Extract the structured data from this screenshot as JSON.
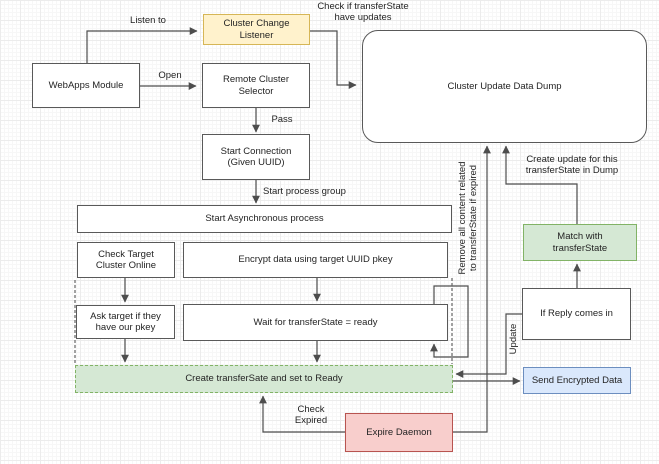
{
  "nodes": {
    "webapps": {
      "label": "WebApps Module"
    },
    "cluster_change_listener": {
      "label": "Cluster Change\nListener"
    },
    "remote_cluster_selector": {
      "label": "Remote Cluster\nSelector"
    },
    "cluster_update_data_dump": {
      "label": "Cluster Update Data Dump"
    },
    "start_connection": {
      "label": "Start Connection\n(Given UUID)"
    },
    "start_async": {
      "label": "Start Asynchronous process"
    },
    "check_target": {
      "label": "Check Target\nCluster Online"
    },
    "encrypt_data": {
      "label": "Encrypt data using target UUID pkey"
    },
    "ask_target": {
      "label": "Ask target if they\nhave our pkey"
    },
    "wait_ready": {
      "label": "Wait for transferState = ready"
    },
    "create_ready": {
      "label": "Create transferSate and set to Ready"
    },
    "expire_daemon": {
      "label": "Expire Daemon"
    },
    "match_transferstate": {
      "label": "Match with\ntransferState"
    },
    "if_reply": {
      "label": "If Reply comes in"
    },
    "send_encrypted": {
      "label": "Send Encrypted Data"
    }
  },
  "edge_labels": {
    "listen_to": "Listen to",
    "open": "Open",
    "check_updates": "Check if transferState\nhave updates",
    "pass": "Pass",
    "start_process_group": "Start process group",
    "create_update": "Create update for this\ntransferState in Dump",
    "check_expired": "Check\nExpired",
    "update": "Update",
    "remove_content": "Remove all content related\nto transferState if expired"
  },
  "edges": [
    {
      "from": "webapps",
      "to": "cluster_change_listener",
      "label": "Listen to"
    },
    {
      "from": "webapps",
      "to": "remote_cluster_selector",
      "label": "Open"
    },
    {
      "from": "cluster_change_listener",
      "to": "cluster_update_data_dump",
      "label": "Check if transferState have updates"
    },
    {
      "from": "remote_cluster_selector",
      "to": "start_connection",
      "label": "Pass"
    },
    {
      "from": "start_connection",
      "to": "start_async",
      "label": "Start process group"
    },
    {
      "from": "check_target",
      "to": "ask_target",
      "label": ""
    },
    {
      "from": "encrypt_data",
      "to": "wait_ready",
      "label": ""
    },
    {
      "from": "ask_target",
      "to": "create_ready",
      "label": ""
    },
    {
      "from": "wait_ready",
      "to": "create_ready",
      "label": ""
    },
    {
      "from": "wait_ready",
      "to": "wait_ready",
      "label": ""
    },
    {
      "from": "expire_daemon",
      "to": "create_ready",
      "label": "Check Expired"
    },
    {
      "from": "expire_daemon",
      "to": "cluster_update_data_dump",
      "label": "Remove all content related to transferState if expired"
    },
    {
      "from": "match_transferstate",
      "to": "cluster_update_data_dump",
      "label": "Create update for this transferState in Dump"
    },
    {
      "from": "if_reply",
      "to": "match_transferstate",
      "label": ""
    },
    {
      "from": "if_reply",
      "to": "create_ready",
      "label": "Update"
    },
    {
      "from": "create_ready",
      "to": "send_encrypted",
      "label": ""
    }
  ],
  "colors": {
    "yellow_fill": "#fff2cc",
    "yellow_stroke": "#d6b656",
    "green_fill": "#d5e8d4",
    "green_stroke": "#82b366",
    "red_fill": "#f8cecc",
    "red_stroke": "#b85450",
    "blue_fill": "#dae8fc",
    "blue_stroke": "#6c8ebf",
    "line": "#4d4d4d"
  }
}
